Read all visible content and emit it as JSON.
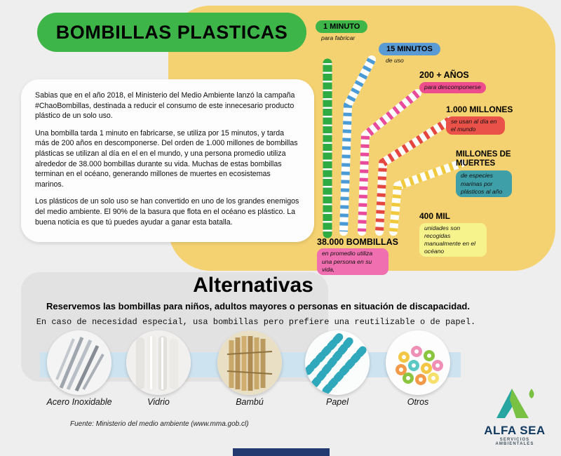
{
  "header": {
    "title": "BOMBILLAS PLASTICAS"
  },
  "intro": {
    "p1": "Sabias que en el año 2018, el Ministerio del Medio Ambiente lanzó la campaña #ChaoBombillas, destinada a reducir el consumo de este innecesario producto plástico de un solo uso.",
    "p2": "Una bombilla tarda 1 minuto en fabricarse, se utiliza por 15 minutos, y tarda más de 200 años en descomponerse. Del orden de 1.000 millones de bombillas plásticas se utilizan al día en el en el mundo, y una persona promedio utiliza alrededor de 38.000 bombillas durante su vida. Muchas de estas bombillas terminan en el océano, generando millones de muertes en ecosistemas marinos.",
    "p3": "Los plásticos de un solo uso se han convertido en uno de los grandes enemigos del medio ambiente. El 90% de la basura que flota en el océano es plástico. La buena noticia es que tú puedes ayudar a ganar esta batalla."
  },
  "stats": [
    {
      "label": "1 MINUTO",
      "sub": "para fabricar",
      "color": "#3eb549"
    },
    {
      "label": "15 MINUTOS",
      "sub": "de uso",
      "color": "#5b9bd5"
    },
    {
      "label": "200 + AÑOS",
      "sub": "para descomponerse",
      "color": "#ee4d8d"
    },
    {
      "label": "1.000 MILLONES",
      "sub": "se usan al día en el  mundo",
      "color": "#ea5149"
    },
    {
      "label": "MILLONES DE MUERTES",
      "sub": "de especies marinas por plásticos al año",
      "color": "#3f9fa8"
    },
    {
      "label": "400 MIL",
      "sub": "unidades son recogidas manualmente en el océano",
      "color": "#f7f38c"
    },
    {
      "label": "38.000 BOMBILLAS",
      "sub": "en promedio utiliza una persona en su vida,",
      "color": "#f06fb0"
    }
  ],
  "alternatives": {
    "title": "Alternativas",
    "line1": "Reservemos las bombillas para niños, adultos mayores o personas en situación de discapacidad.",
    "line2": "En caso de necesidad especial, usa bombillas pero prefiere una reutilizable o de papel.",
    "items": [
      {
        "label": "Acero Inoxidable"
      },
      {
        "label": "Vidrio"
      },
      {
        "label": "Bambú"
      },
      {
        "label": "Papel"
      },
      {
        "label": "Otros"
      }
    ]
  },
  "footer": {
    "source": "Fuente: Ministerio del medio ambiente (www.mma.gob.cl)",
    "logo_name": "ALFA SEA",
    "logo_tagline": "SERVICIOS AMBIENTALES"
  }
}
